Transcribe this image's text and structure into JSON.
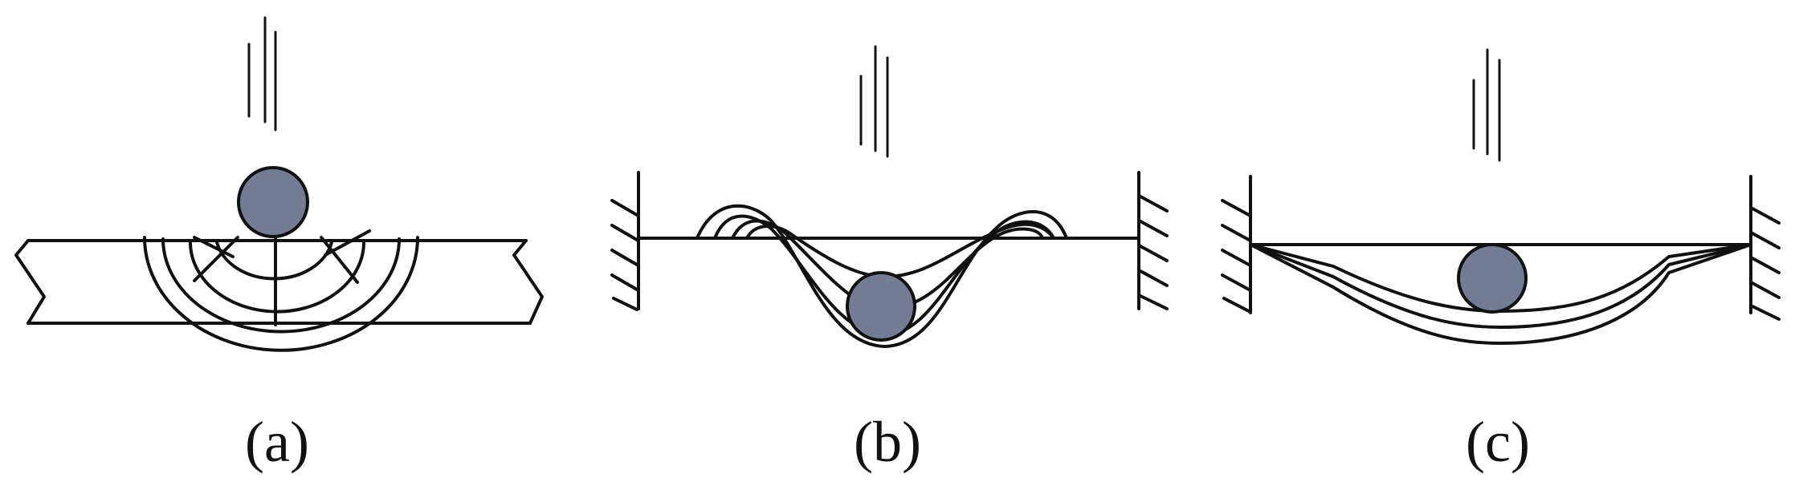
{
  "colors": {
    "ball_fill": "#727d93",
    "line": "#111111",
    "background": "#ffffff"
  },
  "panels": [
    {
      "id": "a",
      "label": "(a)"
    },
    {
      "id": "b",
      "label": "(b)"
    },
    {
      "id": "c",
      "label": "(c)"
    }
  ]
}
